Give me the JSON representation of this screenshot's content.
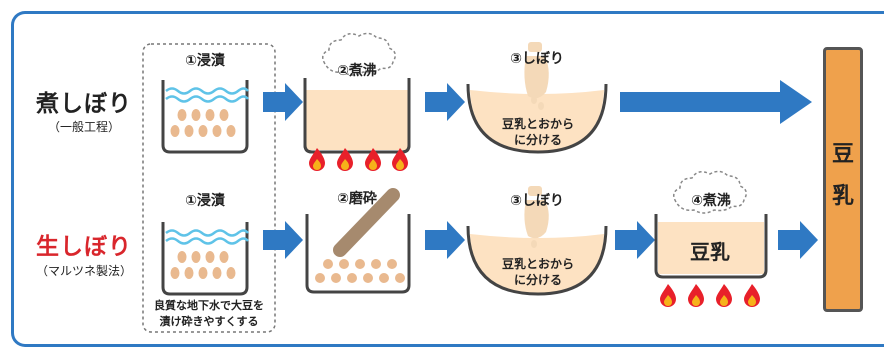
{
  "rows": [
    {
      "title": "煮しぼり",
      "subtitle": "（一般工程）",
      "title_color": "#222222",
      "steps": [
        {
          "label": "①浸漬"
        },
        {
          "label": "②煮沸"
        },
        {
          "label": "③しぼり",
          "inner_text": [
            "豆乳とおから",
            "に分ける"
          ]
        }
      ]
    },
    {
      "title": "生しぼり",
      "subtitle": "（マルツネ製法）",
      "title_color": "#d9262c",
      "steps": [
        {
          "label": "①浸漬",
          "note": [
            "良質な地下水で大豆を",
            "漬け砕きやすくする"
          ]
        },
        {
          "label": "②磨砕"
        },
        {
          "label": "③しぼり",
          "inner_text": [
            "豆乳とおから",
            "に分ける"
          ]
        },
        {
          "label": "④煮沸",
          "inner_text": [
            "豆乳"
          ]
        }
      ]
    }
  ],
  "product": {
    "chars": [
      "豆",
      "乳"
    ]
  },
  "colors": {
    "frame": "#2f79c3",
    "arrow": "#2f79c3",
    "water": "#5fc3e8",
    "soy_milk": "#fde2c2",
    "bean": "#e9b98f",
    "product": "#efa14c",
    "flame": "#e8202a"
  },
  "icons": [
    "arrow-right-icon",
    "steam-cloud-icon",
    "flame-icon",
    "bean-icon",
    "grinder-pestle-icon",
    "squeeze-bag-icon"
  ]
}
